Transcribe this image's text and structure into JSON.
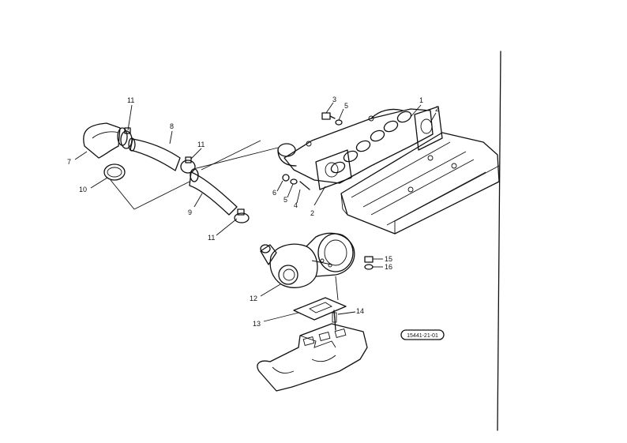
{
  "diagram": {
    "reference_code": "15441-21-01",
    "callouts": {
      "c1": "1",
      "c2a": "2",
      "c2b": "2",
      "c3": "3",
      "c4": "4",
      "c5a": "5",
      "c5b": "5",
      "c6": "6",
      "c7": "7",
      "c8": "8",
      "c9": "9",
      "c10": "10",
      "c11a": "11",
      "c11b": "11",
      "c11c": "11",
      "c12": "12",
      "c13": "13",
      "c14": "14",
      "c15": "15",
      "c16": "16"
    }
  }
}
